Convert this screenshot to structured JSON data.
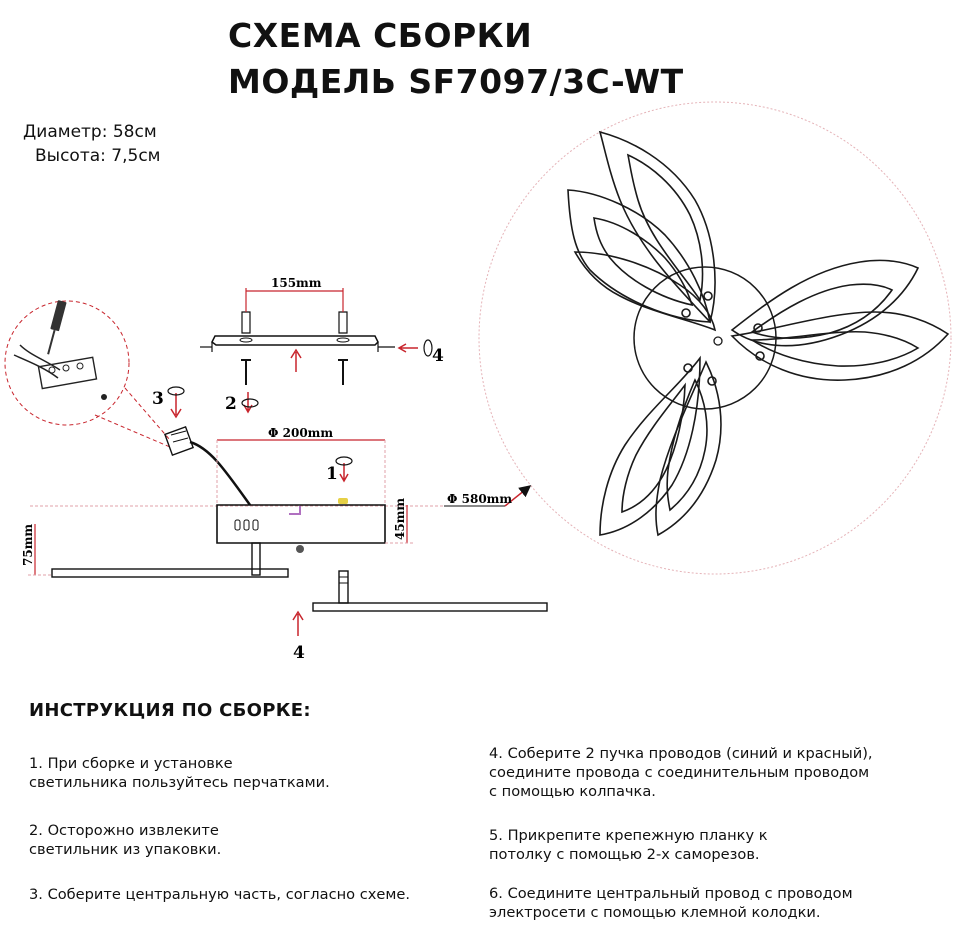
{
  "title": {
    "line1": "СХЕМА СБОРКИ",
    "line2": "МОДЕЛЬ SF7097/3C-WT"
  },
  "specs": {
    "diameter": "Диаметр: 58см",
    "height": "Высота: 7,5см"
  },
  "diagram": {
    "dim_bracket": "155mm",
    "dim_base": "Φ 200mm",
    "dim_diameter": "Φ 580mm",
    "dim_total_height": "75mm",
    "dim_base_height": "45mm",
    "callout_1": "1",
    "callout_2": "2",
    "callout_3": "3",
    "callout_4_top": "4",
    "callout_4_bottom": "4"
  },
  "instructions": {
    "heading": "ИНСТРУКЦИЯ ПО СБОРКЕ:",
    "steps": [
      "1. При сборке и установке\nсветильника пользуйтесь перчатками.",
      "2. Осторожно извлеките\nсветильник из упаковки.",
      "3. Соберите центральную часть, согласно схеме.",
      "4. Соберите 2 пучка проводов (синий и красный),\nсоедините провода с соединительным проводом\nс помощью колпачка.",
      "5. Прикрепите крепежную планку к\nпотолку с помощью 2-х саморезов.",
      "6. Соедините центральный провод с проводом\nэлектросети с помощью клемной колодки."
    ]
  },
  "colors": {
    "arrow_red": "#c8252d",
    "guide_pink": "#e0a0a8",
    "outline": "#1a1a1a"
  }
}
